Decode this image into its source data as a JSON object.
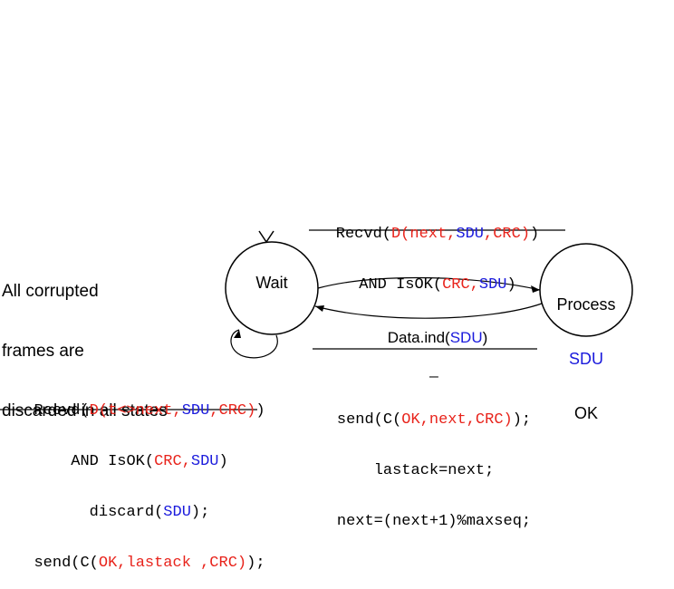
{
  "note": {
    "lines": [
      "All corrupted",
      "frames are",
      "discarded in all states"
    ]
  },
  "states": {
    "wait": {
      "label": "Wait"
    },
    "process": {
      "line1": "Process",
      "line2": "SDU",
      "line3": "OK"
    }
  },
  "colors": {
    "keyword": "#000000",
    "params": "#e8231b",
    "sdu": "#1a1adc"
  },
  "transitions": {
    "wait_to_process": {
      "cond1": {
        "a": "Recvd(",
        "b": "D(next,",
        "c": "SDU",
        "d": ",CRC)",
        "e": ")"
      },
      "cond2": {
        "a": "AND IsOK(",
        "b": "CRC,",
        "c": "SDU",
        "d": ")"
      },
      "action": {
        "a": "Data.ind(",
        "b": "SDU",
        "c": ")"
      }
    },
    "process_to_wait": {
      "cond": "_",
      "action1": {
        "a": "send(C(",
        "b": "OK,next,CRC)",
        "c": ");"
      },
      "action2": "lastack=next;",
      "action3": "next=(next+1)%maxseq;"
    },
    "self_loop": {
      "cond1": {
        "a": "Recvd(",
        "b": "D(t<>next,",
        "c": "SDU",
        "d": ",CRC)",
        "e": ")"
      },
      "cond2": {
        "a": "AND IsOK(",
        "b": "CRC,",
        "c": "SDU",
        "d": ")"
      },
      "action1": {
        "a": "discard(",
        "b": "SDU",
        "c": ");"
      },
      "action2": {
        "a": "send(C(",
        "b": "OK,lastack ,CRC)",
        "c": ");"
      }
    }
  }
}
